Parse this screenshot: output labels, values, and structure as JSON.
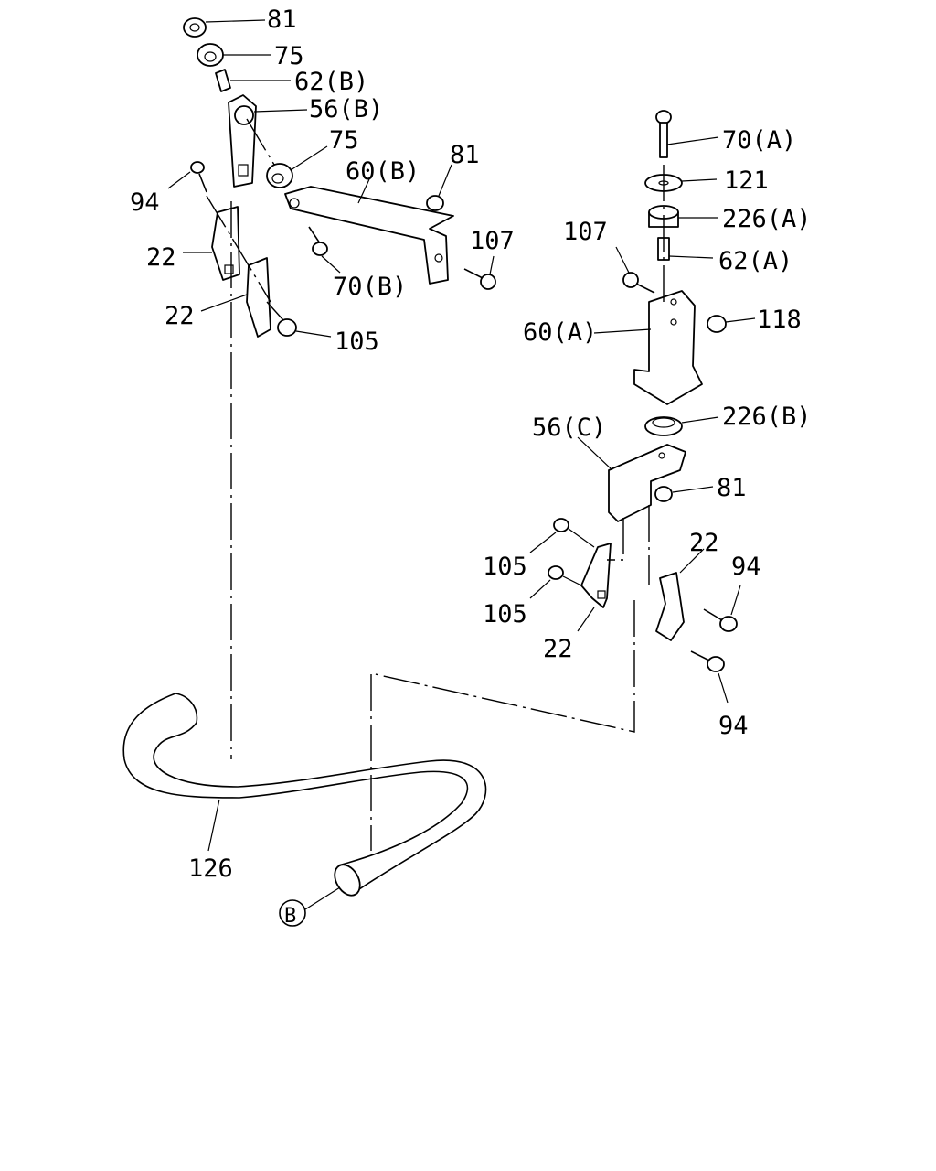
{
  "diagram": {
    "callouts": {
      "c81_top": "81",
      "c75_top": "75",
      "c62b": "62(B)",
      "c56b": "56(B)",
      "c75_mid": "75",
      "c60b": "60(B)",
      "c81_mid": "81",
      "c94_left": "94",
      "c22_left_a": "22",
      "c22_left_b": "22",
      "c105_left": "105",
      "c70b": "70(B)",
      "c107_left": "107",
      "c70a": "70(A)",
      "c121": "121",
      "c226a": "226(A)",
      "c107_right": "107",
      "c62a": "62(A)",
      "c60a": "60(A)",
      "c118": "118",
      "c226b": "226(B)",
      "c56c": "56(C)",
      "c81_right": "81",
      "c105_r1": "105",
      "c105_r2": "105",
      "c22_r_mid": "22",
      "c22_r_low": "22",
      "c94_r1": "94",
      "c94_r2": "94",
      "c126": "126",
      "ref_b": "B"
    }
  }
}
